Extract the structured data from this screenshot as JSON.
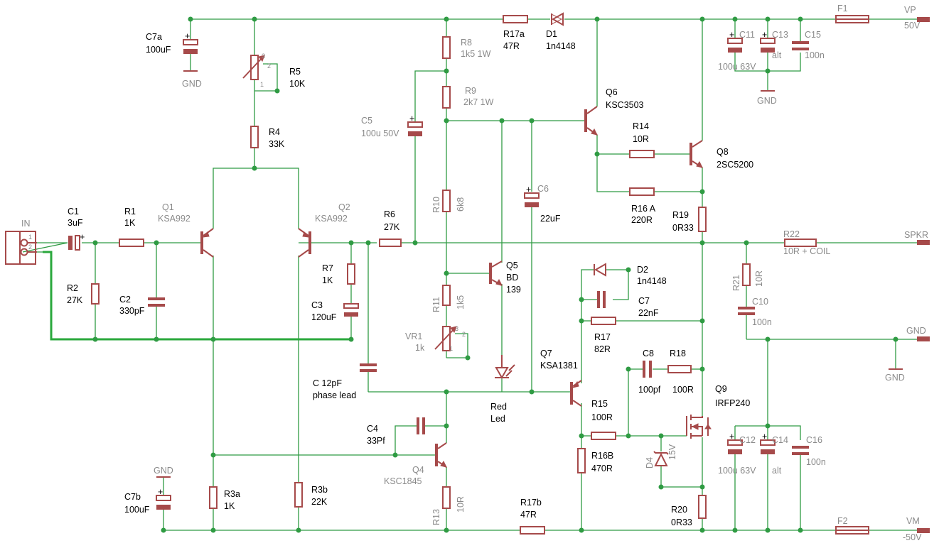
{
  "title": "",
  "connector": {
    "name": "IN",
    "pin1": "1",
    "pin2": "2"
  },
  "rails": [
    {
      "net": "VP",
      "value": "50V"
    },
    {
      "net": "VM",
      "value": "-50V"
    },
    {
      "net": "SPKR",
      "value": ""
    },
    {
      "net": "GND",
      "value": ""
    }
  ],
  "gnd_label": "GND",
  "components": {
    "C1": {
      "name": "C1",
      "value": "3uF"
    },
    "R1": {
      "name": "R1",
      "value": "1K"
    },
    "R2": {
      "name": "R2",
      "value": "27K"
    },
    "C2": {
      "name": "C2",
      "value": "330pF"
    },
    "Q1": {
      "name": "Q1",
      "value": "KSA992"
    },
    "Q2": {
      "name": "Q2",
      "value": "KSA992"
    },
    "R4": {
      "name": "R4",
      "value": "33K"
    },
    "R5": {
      "name": "R5",
      "value": "10K"
    },
    "C7a": {
      "name": "C7a",
      "value": "100uF"
    },
    "C7b": {
      "name": "C7b",
      "value": "100uF"
    },
    "R3a": {
      "name": "R3a",
      "value": "1K"
    },
    "R3b": {
      "name": "R3b",
      "value": "22K"
    },
    "R7": {
      "name": "R7",
      "value": "1K"
    },
    "C3": {
      "name": "C3",
      "value": "120uF"
    },
    "R6": {
      "name": "R6",
      "value": "27K"
    },
    "C5": {
      "name": "C5",
      "value": "100u 50V"
    },
    "Cpl": {
      "name": "C 12pF",
      "value": "phase lead"
    },
    "C4": {
      "name": "C4",
      "value": "33Pf"
    },
    "Q4": {
      "name": "Q4",
      "value": "KSC1845"
    },
    "R13": {
      "name": "R13",
      "value": "10R"
    },
    "R8": {
      "name": "R8",
      "value": "1k5 1W"
    },
    "R9": {
      "name": "R9",
      "value": "2k7 1W"
    },
    "R10": {
      "name": "R10",
      "value": "6k8"
    },
    "R11": {
      "name": "R11",
      "value": "1k5"
    },
    "VR1": {
      "name": "VR1",
      "value": "1k"
    },
    "Q5": {
      "name": "Q5",
      "value": "BD",
      "value2": "139"
    },
    "LED": {
      "name": "Red",
      "value": "Led"
    },
    "C6": {
      "name": "C6",
      "value": "22uF"
    },
    "R17a": {
      "name": "R17a",
      "value": "47R"
    },
    "D1": {
      "name": "D1",
      "value": "1n4148"
    },
    "Q6": {
      "name": "Q6",
      "value": "KSC3503"
    },
    "R14": {
      "name": "R14",
      "value": "10R"
    },
    "R16A": {
      "name": "R16 A",
      "value": "220R"
    },
    "Q8": {
      "name": "Q8",
      "value": "2SC5200"
    },
    "R19": {
      "name": "R19",
      "value": "0R33"
    },
    "D2": {
      "name": "D2",
      "value": "1n4148"
    },
    "C7": {
      "name": "C7",
      "value": "22nF"
    },
    "R17": {
      "name": "R17",
      "value": "82R"
    },
    "Q7": {
      "name": "Q7",
      "value": "KSA1381"
    },
    "C8": {
      "name": "C8",
      "value": "100pf"
    },
    "R18": {
      "name": "R18",
      "value": "100R"
    },
    "Q9": {
      "name": "Q9",
      "value": "IRFP240"
    },
    "R15": {
      "name": "R15",
      "value": "100R"
    },
    "R16B": {
      "name": "R16B",
      "value": "470R"
    },
    "D4": {
      "name": "D4",
      "value": "15V"
    },
    "R20": {
      "name": "R20",
      "value": "0R33"
    },
    "R17b": {
      "name": "R17b",
      "value": "47R"
    },
    "C11": {
      "name": "C11",
      "value": "100u 63V"
    },
    "C13": {
      "name": "C13",
      "value": "alt"
    },
    "C15": {
      "name": "C15",
      "value": "100n"
    },
    "C12": {
      "name": "C12",
      "value": "100u 63V"
    },
    "C14": {
      "name": "C14",
      "value": "alt"
    },
    "C16": {
      "name": "C16",
      "value": "100n"
    },
    "F1": {
      "name": "F1",
      "value": ""
    },
    "F2": {
      "name": "F2",
      "value": ""
    },
    "R22": {
      "name": "R22",
      "value": "10R + COIL"
    },
    "R21": {
      "name": "R21",
      "value": "10R"
    },
    "C10": {
      "name": "C10",
      "value": "100n"
    }
  },
  "colors": {
    "wire": "#2f9b43",
    "symbol": "#a64a4a",
    "label": "#000000",
    "value_gray": "#8a8a8a"
  }
}
